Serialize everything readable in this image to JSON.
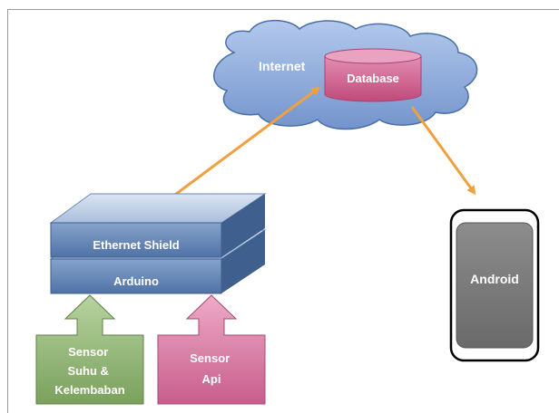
{
  "cloud": {
    "label": "Internet"
  },
  "database": {
    "label": "Database"
  },
  "ethernet_shield": {
    "label": "Ethernet Shield"
  },
  "arduino": {
    "label": "Arduino"
  },
  "sensor_humidity": {
    "lines": [
      "Sensor",
      "Suhu &",
      "Kelembaban"
    ]
  },
  "sensor_fire": {
    "lines": [
      "Sensor",
      "Api"
    ]
  },
  "android": {
    "label": "Android"
  },
  "colors": {
    "cloud_fill": "#8aa8d8",
    "cloud_stroke": "#4a6fa8",
    "database_fill": "#d35d8c",
    "board_fill": "#5e82b4",
    "board_top": "#b8cbe4",
    "arrow_orange": "#f0a040",
    "sensor_green": "#86ad68",
    "sensor_pink": "#d36c99",
    "android_fill": "#7a7a7a"
  }
}
